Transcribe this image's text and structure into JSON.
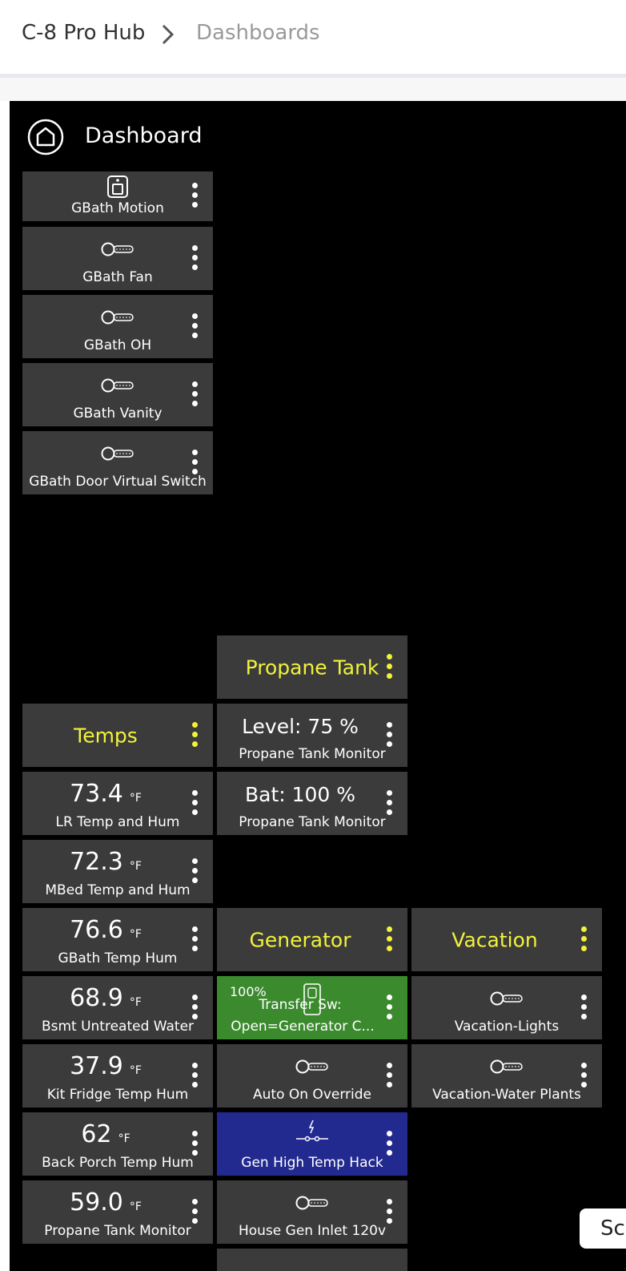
{
  "breadcrumb": {
    "hub": "C-8 Pro Hub",
    "current": "Dashboards"
  },
  "dashboard": {
    "title": "Dashboard"
  },
  "tiles": {
    "gbath_motion": "GBath Motion",
    "gbath_fan": "GBath Fan",
    "gbath_oh": "GBath OH",
    "gbath_vanity": "GBath Vanity",
    "gbath_door": "GBath Door Virtual Switch",
    "propane_title": "Propane Tank",
    "propane_level": {
      "value": "Level: 75 %",
      "label": "Propane Tank Monitor"
    },
    "propane_bat": {
      "value": "Bat: 100 %",
      "label": "Propane Tank Monitor"
    },
    "temps_title": "Temps",
    "lr": {
      "value": "73.4",
      "unit": "°F",
      "label": "LR Temp and Hum"
    },
    "mbed": {
      "value": "72.3",
      "unit": "°F",
      "label": "MBed Temp and Hum"
    },
    "gbath_temp": {
      "value": "76.6",
      "unit": "°F",
      "label": "GBath Temp Hum"
    },
    "bsmt": {
      "value": "68.9",
      "unit": "°F",
      "label": "Bsmt Untreated Water"
    },
    "kit": {
      "value": "37.9",
      "unit": "°F",
      "label": "Kit Fridge Temp Hum"
    },
    "back_porch": {
      "value": "62",
      "unit": "°F",
      "label": "Back Porch Temp Hum"
    },
    "propane_temp": {
      "value": "59.0",
      "unit": "°F",
      "label": "Propane Tank Monitor"
    },
    "generator_title": "Generator",
    "vacation_title": "Vacation",
    "transfer": {
      "percent": "100%",
      "line1": "Transfer Sw:",
      "label": "Open=Generator C..."
    },
    "vacation_lights": "Vacation-Lights",
    "auto_on": "Auto On Override",
    "vacation_water": "Vacation-Water Plants",
    "gen_high_temp": "Gen High Temp Hack",
    "house_gen": "House Gen Inlet 120v"
  },
  "scroll_button": {
    "label": "Sc"
  },
  "colors": {
    "title_yellow": "#f2f23a",
    "tile_gray": "#3b3b3b",
    "tile_green": "#3b8a2e",
    "tile_blue": "#232a8f",
    "background": "#000000"
  },
  "icons": [
    "chevron-right-icon",
    "home-icon",
    "motion-sensor-icon",
    "switch-icon",
    "kebab-menu-icon",
    "transfer-switch-icon",
    "lightning-switch-icon"
  ]
}
